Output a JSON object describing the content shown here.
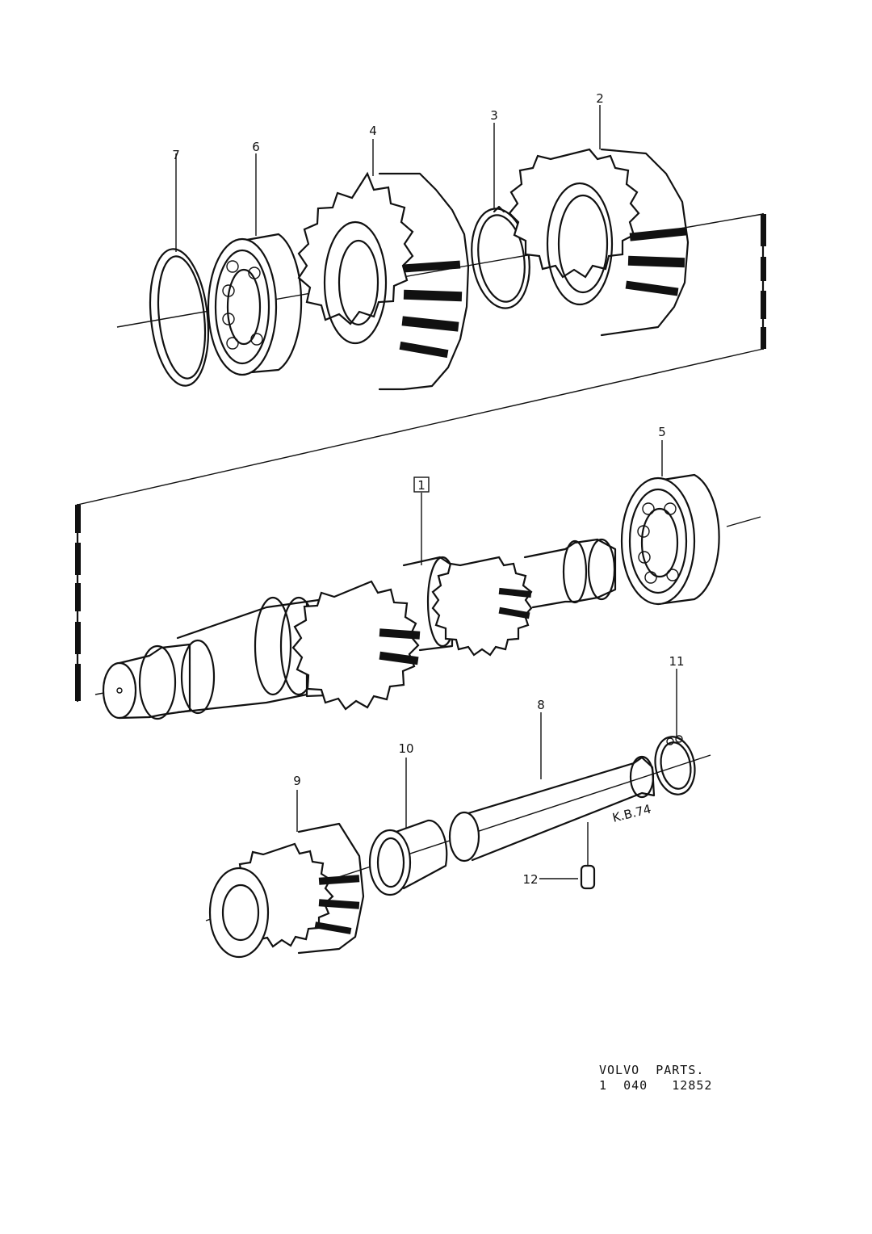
{
  "callouts": {
    "c1": "1",
    "c2": "2",
    "c3": "3",
    "c4": "4",
    "c5": "5",
    "c6": "6",
    "c7": "7",
    "c8": "8",
    "c9": "9",
    "c10": "10",
    "c11": "11",
    "c12": "12"
  },
  "initials": "K.B.74",
  "footer": {
    "line1": "VOLVO  PARTS.",
    "line2": "1  040   12852"
  },
  "colors": {
    "ink": "#111111",
    "paper": "#ffffff"
  }
}
